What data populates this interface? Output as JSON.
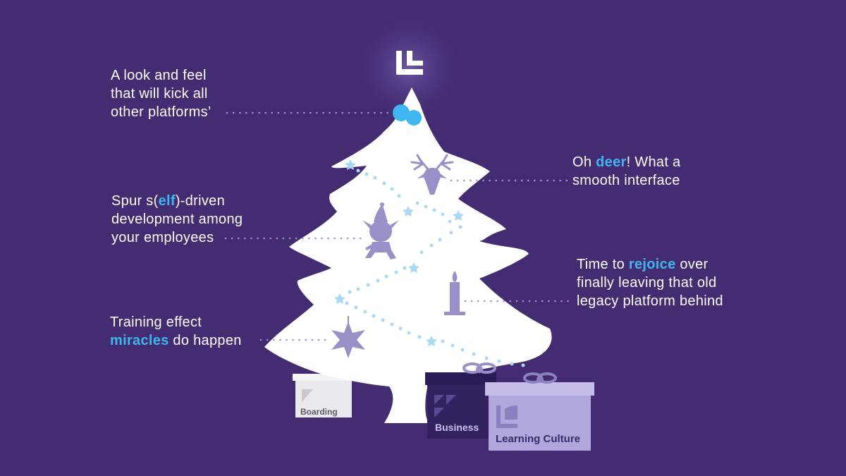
{
  "colors": {
    "background": "#432c72",
    "tree": "#ffffff",
    "ornament": "#9b8fc8",
    "highlight": "#3fb6ee",
    "star": "#a8d8f5"
  },
  "icons": [
    "brand-logo-icon",
    "bauble-icon",
    "reindeer-icon",
    "elf-icon",
    "candle-icon",
    "star-ornament-icon"
  ],
  "captions": {
    "look_feel": {
      "line1": "A look and feel",
      "line2": "that will kick all",
      "line3": "other platforms’"
    },
    "deer": {
      "prefix": "Oh ",
      "highlight": "deer",
      "suffix": "! What a",
      "line2": "smooth interface"
    },
    "elf": {
      "prefix": "Spur s(",
      "highlight": "elf",
      "suffix": ")-driven",
      "line2": "development among",
      "line3": "your employees"
    },
    "rejoice": {
      "prefix": "Time to ",
      "highlight": "rejoice",
      "suffix": " over",
      "line2": "finally leaving that old",
      "line3": "legacy platform behind"
    },
    "miracles": {
      "line1": "Training effect",
      "highlight": "miracles",
      "suffix": " do happen"
    }
  },
  "gifts": {
    "boarding": "Boarding",
    "business": "Business",
    "learning_culture": "Learning Culture"
  }
}
